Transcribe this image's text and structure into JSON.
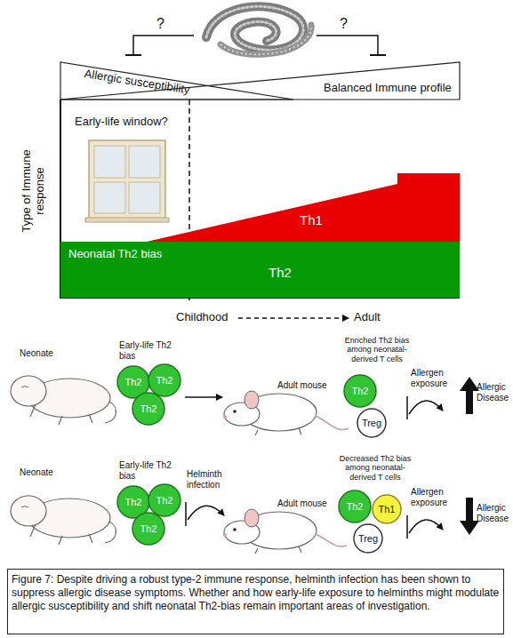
{
  "diagram": {
    "caption": "Figure 7: Despite driving a robust type-2 immune response, helminth infection has been shown to suppress allergic disease symptoms. Whether and how early-life exposure to helminths might modulate allergic susceptibility and shift neonatal Th2-bias remain important areas of investigation.",
    "nodes": [
      {
        "text": [
          "Allergic susceptibility"
        ]
      },
      {
        "text": [
          "Balanced Immune profile"
        ]
      },
      {
        "text": [
          "Th1"
        ]
      },
      {
        "text": [
          "Neonatal Th2 bias",
          "Th2"
        ]
      },
      {
        "text": [
          "Th2"
        ]
      },
      {
        "text": [
          "Th2"
        ]
      },
      {
        "text": [
          "Th2"
        ]
      },
      {
        "text": [
          "Th2"
        ]
      },
      {
        "text": [
          "Treg"
        ]
      },
      {
        "text": [
          "Th2"
        ]
      },
      {
        "text": [
          "Th2"
        ]
      },
      {
        "text": [
          "Th2"
        ]
      },
      {
        "text": [
          "Th2"
        ]
      },
      {
        "text": [
          "Th1"
        ]
      },
      {
        "text": [
          "Treg"
        ]
      }
    ],
    "labels": [
      "?",
      "?",
      "Early-life window?",
      "Type of Immune response",
      "Childhood",
      "Adult",
      "Neonate",
      "Early-life Th2 bias",
      "Adult mouse",
      "Enriched Th2 bias among neonatal-derived T cells",
      "Allergen exposure",
      "Allergic Disease",
      "Neonate",
      "Early-life Th2 bias",
      "Helminth infection",
      "Adult mouse",
      "Decreased Th2 bias among neonatal-derived T cells",
      "Allergen exposure",
      "Allergic Disease"
    ]
  }
}
